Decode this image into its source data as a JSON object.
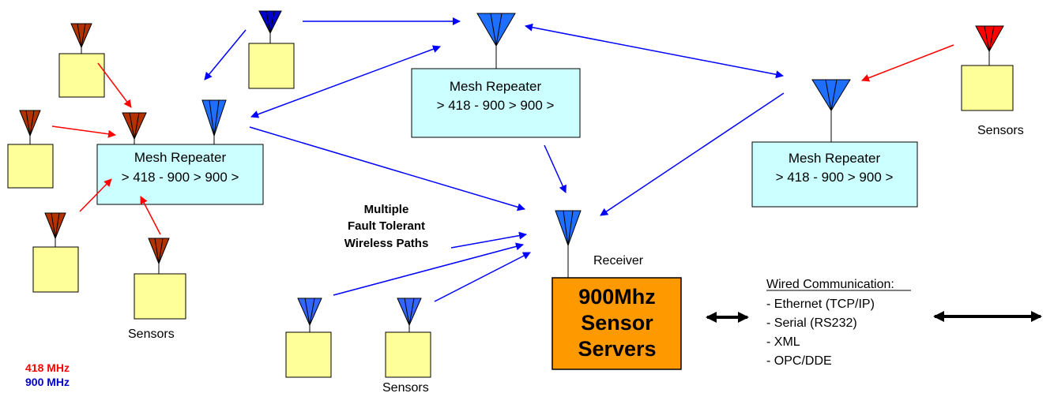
{
  "repeaters": [
    {
      "title": "Mesh Repeater",
      "bands": "> 418 - 900 > 900 >"
    },
    {
      "title": "Mesh Repeater",
      "bands": "> 418 - 900 > 900 >"
    },
    {
      "title": "Mesh Repeater",
      "bands": "> 418 - 900 > 900 >"
    }
  ],
  "sensor_labels": {
    "left": "Sensors",
    "right": "Sensors",
    "bottom": "Sensors"
  },
  "receiver_label": "Receiver",
  "server": {
    "line1": "900Mhz",
    "line2": "Sensor",
    "line3": "Servers"
  },
  "paths_label": {
    "line1": "Multiple",
    "line2": "Fault Tolerant",
    "line3": "Wireless Paths"
  },
  "wired": {
    "heading": "Wired Communication:",
    "items": [
      "- Ethernet (TCP/IP)",
      "- Serial (RS232)",
      "- XML",
      "- OPC/DDE"
    ]
  },
  "legend": {
    "items": [
      {
        "label": "418 MHz",
        "color": "#ff0000"
      },
      {
        "label": "900 MHz",
        "color": "#0000cc"
      }
    ]
  },
  "colors": {
    "sensor_box": "#ffff99",
    "repeater_box": "#ccffff",
    "server_box": "#ff9900",
    "antenna_418": "#b33300",
    "antenna_418_bright": "#ff0000",
    "antenna_900": "#1f6fff",
    "antenna_900_dark": "#0000cc",
    "arrow_418": "#ff0000",
    "arrow_900": "#0000ff"
  },
  "icons": [
    "antenna-icon",
    "sensor-box",
    "double-arrow-icon"
  ]
}
